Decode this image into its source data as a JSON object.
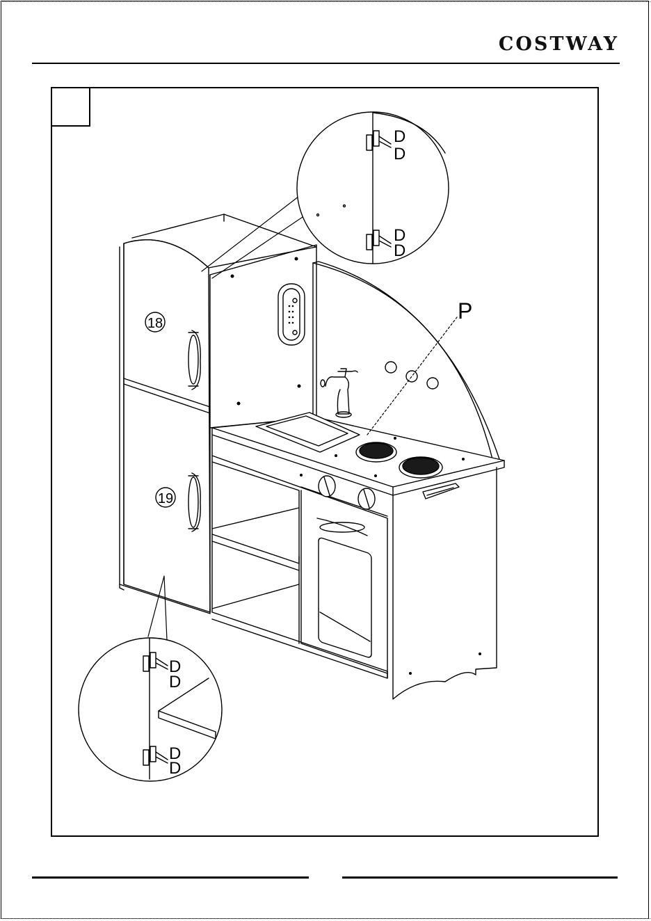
{
  "header": {
    "brand": "COSTWAY"
  },
  "step": {
    "number": ""
  },
  "callouts": {
    "top_zoom": {
      "hinge_upper": [
        "D",
        "D"
      ],
      "hinge_lower": [
        "D",
        "D"
      ]
    },
    "bottom_zoom": {
      "hinge_upper": [
        "D",
        "D"
      ],
      "hinge_lower": [
        "D",
        "D"
      ]
    },
    "part_p": "P",
    "door_upper": "18",
    "door_lower": "19"
  },
  "colors": {
    "ink": "#000000",
    "paper": "#ffffff",
    "burner": "#1a1a1a"
  }
}
